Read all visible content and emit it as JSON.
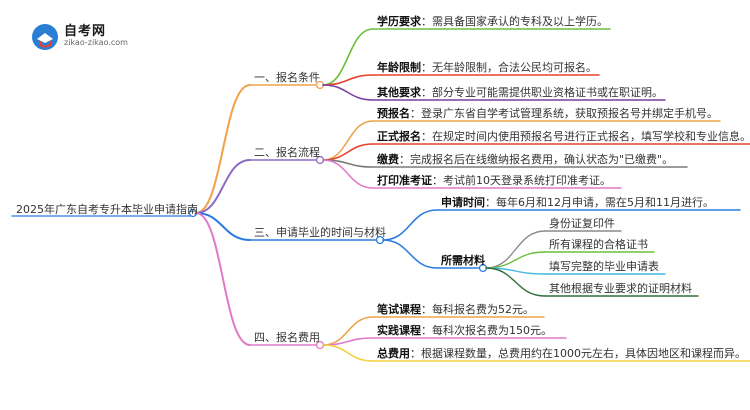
{
  "logo": {
    "title": "自考网",
    "url": "zikao-zikao.com"
  },
  "root": "2025年广东自考专升本毕业申请指南",
  "branches": [
    {
      "label": "一、报名条件",
      "color": "#f0a24a",
      "children": [
        {
          "key": "学历要求",
          "text": "：需具备国家承认的专科及以上学历。",
          "color": "#6cbf3c"
        },
        {
          "key": "年龄限制",
          "text": "：无年龄限制，合法公民均可报名。",
          "color": "#e8402c"
        },
        {
          "key": "其他要求",
          "text": "：部分专业可能需提供职业资格证书或在职证明。",
          "color": "#7b3fa0"
        }
      ]
    },
    {
      "label": "二、报名流程",
      "color": "#8a6cc2",
      "children": [
        {
          "key": "预报名",
          "text": "：登录广东省自学考试管理系统，获取预报名号并绑定手机号。",
          "color": "#f0a24a"
        },
        {
          "key": "正式报名",
          "text": "：在规定时间内使用预报名号进行正式报名，填写学校和专业信息。",
          "color": "#e8402c"
        },
        {
          "key": "缴费",
          "text": "：完成报名后在线缴纳报名费用，确认状态为\"已缴费\"。",
          "color": "#7a7a7a"
        },
        {
          "key": "打印准考证",
          "text": "：考试前10天登录系统打印准考证。",
          "color": "#e07ac8"
        }
      ]
    },
    {
      "label": "三、申请毕业的时间与材料",
      "color": "#2c7be0",
      "children": [
        {
          "key": "申请时间",
          "text": "：每年6月和12月申请，需在5月和11月进行。",
          "color": "#2c7be0"
        },
        {
          "key": "所需材料",
          "text": "",
          "color": "#2c7be0",
          "subs": [
            {
              "text": "身份证复印件",
              "color": "#8a8a8a"
            },
            {
              "text": "所有课程的合格证书",
              "color": "#6cbf3c"
            },
            {
              "text": "填写完整的毕业申请表",
              "color": "#3fb6e0"
            },
            {
              "text": "其他根据专业要求的证明材料",
              "color": "#2f6e3a"
            }
          ]
        }
      ]
    },
    {
      "label": "四、报名费用",
      "color": "#e07ac8",
      "children": [
        {
          "key": "笔试课程",
          "text": "：每科报名费为52元。",
          "color": "#f0a24a"
        },
        {
          "key": "实践课程",
          "text": "：每科次报名费为150元。",
          "color": "#e07ac8"
        },
        {
          "key": "总费用",
          "text": "：根据课程数量，总费用约在1000元左右，具体因地区和课程而异。",
          "color": "#f4d03a"
        }
      ]
    }
  ]
}
